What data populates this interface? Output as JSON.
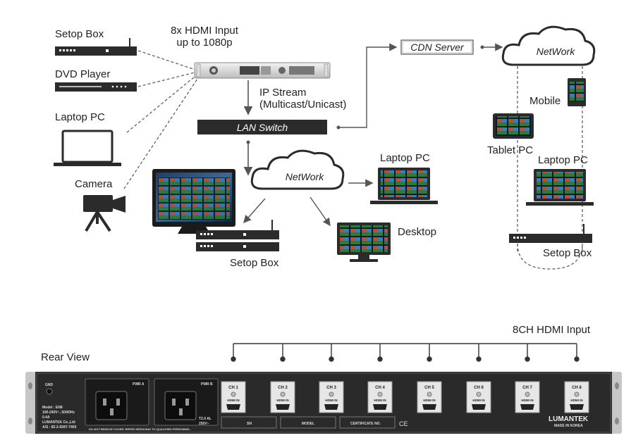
{
  "sources": {
    "setop_box": "Setop Box",
    "dvd_player": "DVD Player",
    "laptop": "Laptop PC",
    "camera": "Camera"
  },
  "encoder": {
    "input_line1": "8x HDMI Input",
    "input_line2": "up to 1080p"
  },
  "ip_stream": {
    "line1": "IP Stream",
    "line2": "(Multicast/Unicast)"
  },
  "lan_switch": "LAN Switch",
  "cdn_server": "CDN Server",
  "network_left": "NetWork",
  "network_right": "NetWork",
  "local_devices": {
    "setop_box": "Setop Box",
    "laptop": "Laptop PC",
    "desktop": "Desktop"
  },
  "remote_devices": {
    "mobile": "Mobile",
    "tablet": "Tablet PC",
    "laptop": "Laptop PC",
    "setop_box": "Setop Box"
  },
  "rear": {
    "title": "Rear View",
    "hdmi_input_label": "8CH HDMI Input",
    "gnd": "GND",
    "pwr_a": "PWR A",
    "pwr_b": "PWR B",
    "model_line1": "Model : EN8",
    "model_line2": "100-240V~, 50/60Hz",
    "model_line3": "0.4A",
    "model_line4": "LUMANTEK Co.,Ltd",
    "model_line5": "A/S : 82-2-6947-7400",
    "fuse_line1": "T2.0 AL",
    "fuse_line2": "250V~",
    "warning": "DO NOT REMOVE COVER. REFER SERVICING TO QUALIFIED PERSONNEL.",
    "hdmi_in": "HDMI IN",
    "channels": [
      "CH 1",
      "CH 2",
      "CH 3",
      "CH 4",
      "CH 5",
      "CH 6",
      "CH 7",
      "CH 8"
    ],
    "sn": "SN",
    "model": "MODEL",
    "certificate": "CERTIFICATE NO.",
    "brand": "LUMANTEK",
    "made_in": "MADE IN KOREA"
  }
}
